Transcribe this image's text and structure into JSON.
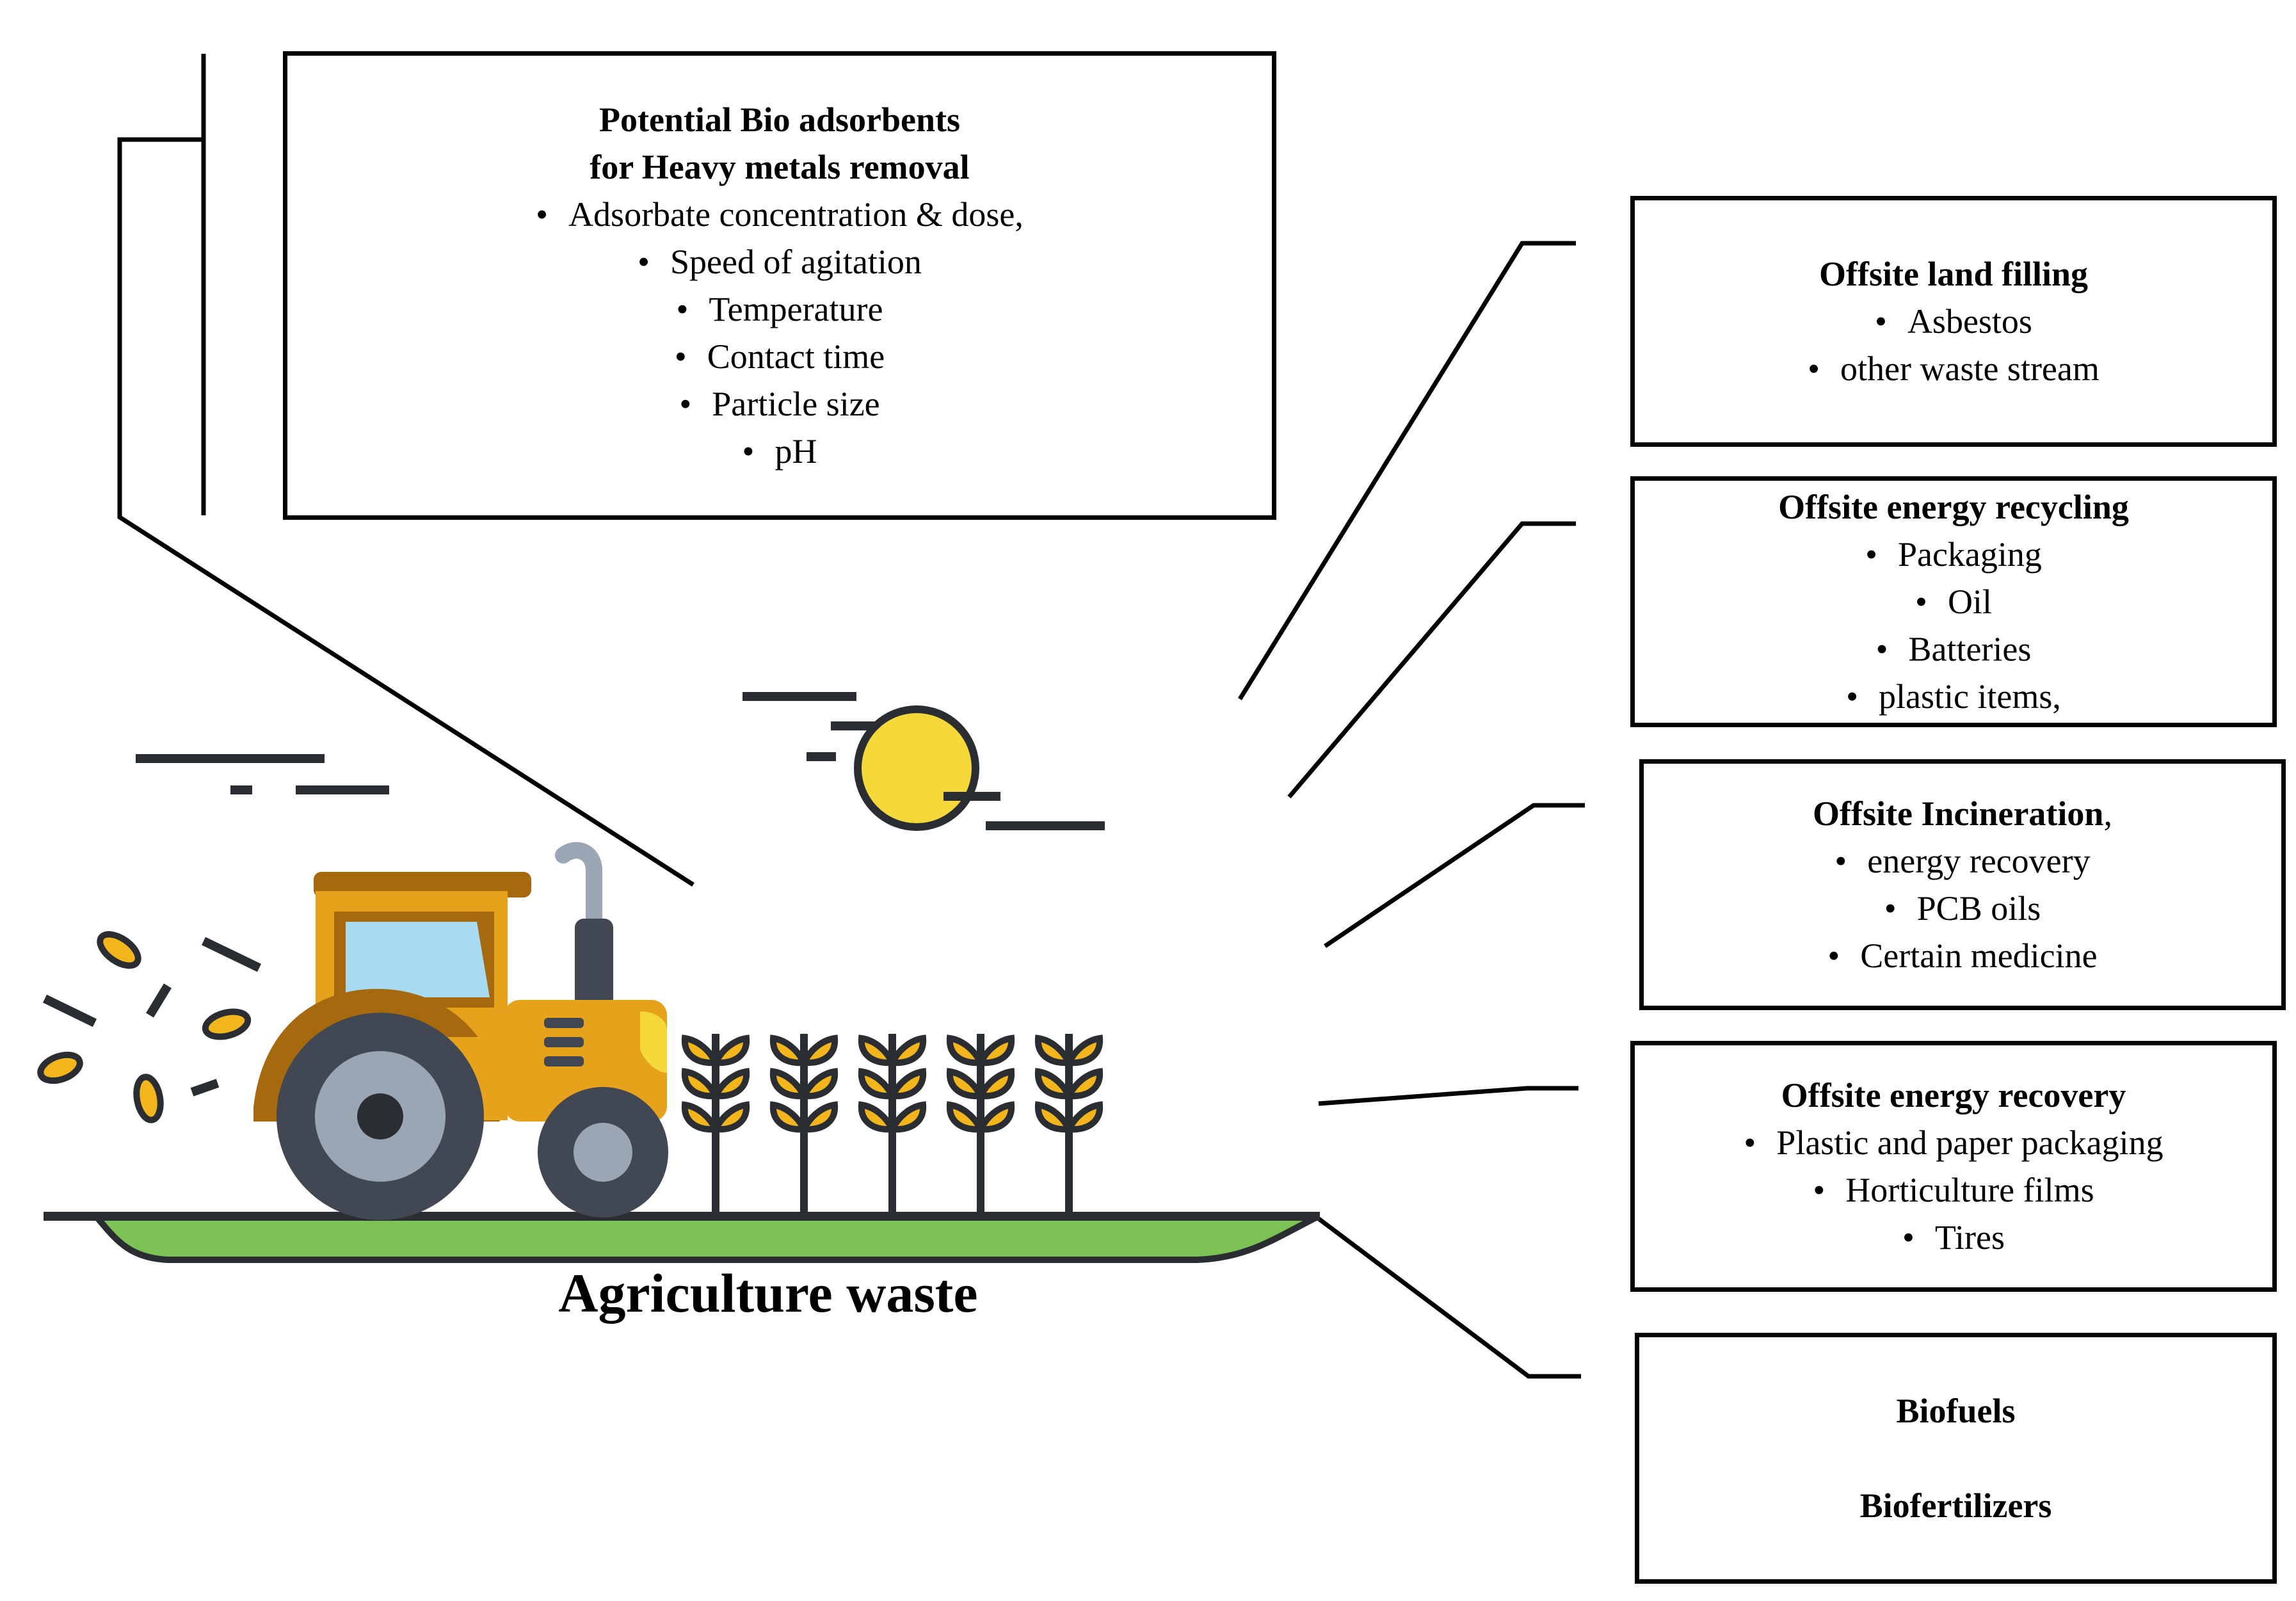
{
  "main_label": "Agriculture waste",
  "top_box": {
    "title_line1": "Potential Bio adsorbents",
    "title_line2": "for Heavy metals removal",
    "items": [
      "Adsorbate concentration & dose,",
      "Speed of agitation",
      "Temperature",
      "Contact time",
      "Particle size",
      "pH"
    ]
  },
  "box_landfill": {
    "title": "Offsite land filling",
    "items": [
      "Asbestos",
      "other waste stream"
    ]
  },
  "box_energy_recycling": {
    "title": "Offsite energy recycling",
    "items": [
      "Packaging",
      "Oil",
      "Batteries",
      "plastic items,"
    ]
  },
  "box_incineration": {
    "title": "Offsite Incineration",
    "title_suffix": ",",
    "items": [
      "energy recovery",
      "PCB oils",
      "Certain medicine"
    ]
  },
  "box_energy_recovery": {
    "title": "Offsite energy recovery",
    "items": [
      "Plastic and paper packaging",
      "Horticulture films",
      "Tires"
    ]
  },
  "box_bio": {
    "line1": "Biofuels",
    "line2": "Biofertilizers"
  },
  "colors": {
    "tractor_body": "#E7A21C",
    "tractor_dark": "#A7690E",
    "window": "#A8DBF2",
    "grass": "#7DC255",
    "sun": "#F5D83A",
    "tire": "#414853",
    "rim": "#9BA6B4",
    "outline": "#2A2E33"
  }
}
